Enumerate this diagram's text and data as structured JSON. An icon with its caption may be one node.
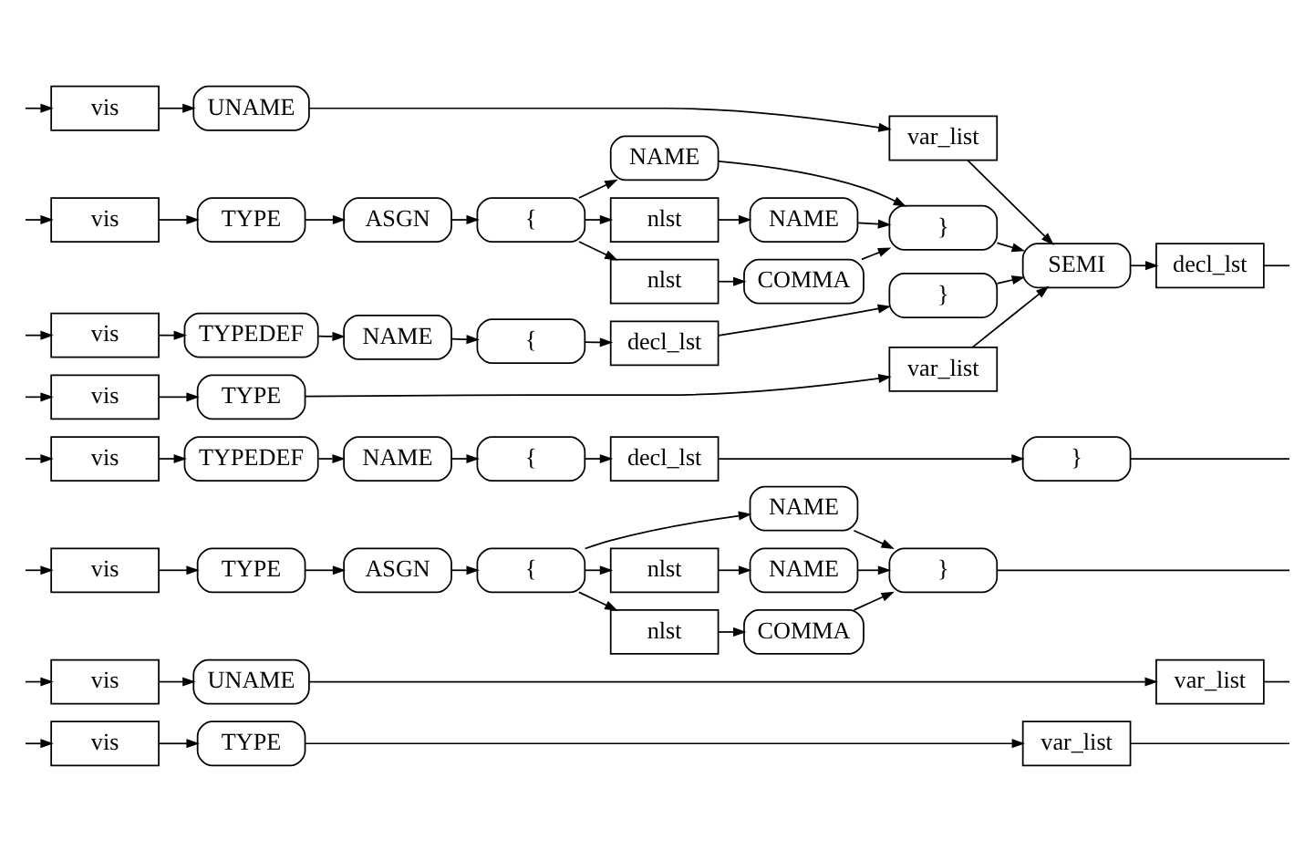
{
  "diagram": {
    "nodes": [
      {
        "text": [
          "vis"
        ]
      },
      {
        "text": [
          "TYPE"
        ]
      },
      {
        "text": [
          "var_list"
        ]
      },
      {
        "text": [
          "vis"
        ]
      },
      {
        "text": [
          "UNAME"
        ]
      },
      {
        "text": [
          "var_list"
        ]
      },
      {
        "text": [
          "vis"
        ]
      },
      {
        "text": [
          "TYPE"
        ]
      },
      {
        "text": [
          "ASGN"
        ]
      },
      {
        "text": [
          "{"
        ]
      },
      {
        "text": [
          "NAME"
        ]
      },
      {
        "text": [
          "nlst"
        ]
      },
      {
        "text": [
          "NAME"
        ]
      },
      {
        "text": [
          "nlst"
        ]
      },
      {
        "text": [
          "COMMA"
        ]
      },
      {
        "text": [
          "}"
        ]
      },
      {
        "text": [
          "vis"
        ]
      },
      {
        "text": [
          "TYPEDEF"
        ]
      },
      {
        "text": [
          "NAME"
        ]
      },
      {
        "text": [
          "{"
        ]
      },
      {
        "text": [
          "decl_lst"
        ]
      },
      {
        "text": [
          "}"
        ]
      },
      {
        "text": [
          "vis"
        ]
      },
      {
        "text": [
          "TYPE"
        ]
      },
      {
        "text": [
          "var_list"
        ]
      },
      {
        "text": [
          "vis"
        ]
      },
      {
        "text": [
          "UNAME"
        ]
      },
      {
        "text": [
          "var_list"
        ]
      },
      {
        "text": [
          "vis"
        ]
      },
      {
        "text": [
          "TYPE"
        ]
      },
      {
        "text": [
          "ASGN"
        ]
      },
      {
        "text": [
          "{"
        ]
      },
      {
        "text": [
          "NAME"
        ]
      },
      {
        "text": [
          "nlst"
        ]
      },
      {
        "text": [
          "NAME"
        ]
      },
      {
        "text": [
          "nlst"
        ]
      },
      {
        "text": [
          "COMMA"
        ]
      },
      {
        "text": [
          "}"
        ]
      },
      {
        "text": [
          "vis"
        ]
      },
      {
        "text": [
          "TYPEDEF"
        ]
      },
      {
        "text": [
          "NAME"
        ]
      },
      {
        "text": [
          "{"
        ]
      },
      {
        "text": [
          "decl_lst"
        ]
      },
      {
        "text": [
          "}"
        ]
      },
      {
        "text": [
          "SEMI"
        ]
      },
      {
        "text": [
          "decl_lst"
        ]
      }
    ],
    "edges": [
      {
        "from": null,
        "to": 0,
        "arrow": "to"
      },
      {
        "from": 0,
        "to": 1,
        "arrow": "to"
      },
      {
        "from": 1,
        "to": 2,
        "arrow": "to"
      },
      {
        "from": null,
        "to": 3,
        "arrow": "to"
      },
      {
        "from": 3,
        "to": 4,
        "arrow": "to"
      },
      {
        "from": 4,
        "to": 5,
        "arrow": "to"
      },
      {
        "from": null,
        "to": 6,
        "arrow": "to"
      },
      {
        "from": 6,
        "to": 7,
        "arrow": "to"
      },
      {
        "from": 7,
        "to": 8,
        "arrow": "to"
      },
      {
        "from": 8,
        "to": 9,
        "arrow": "to"
      },
      {
        "from": 9,
        "to": 10,
        "arrow": "to"
      },
      {
        "from": 9,
        "to": 11,
        "arrow": "to"
      },
      {
        "from": 9,
        "to": 13,
        "arrow": "to"
      },
      {
        "from": 11,
        "to": 12,
        "arrow": "to"
      },
      {
        "from": 13,
        "to": 14,
        "arrow": "to"
      },
      {
        "from": 10,
        "to": 15,
        "arrow": "to"
      },
      {
        "from": 12,
        "to": 15,
        "arrow": "to"
      },
      {
        "from": 14,
        "to": 15,
        "arrow": "to"
      },
      {
        "from": null,
        "to": 16,
        "arrow": "to"
      },
      {
        "from": 16,
        "to": 17,
        "arrow": "to"
      },
      {
        "from": 17,
        "to": 18,
        "arrow": "to"
      },
      {
        "from": 18,
        "to": 19,
        "arrow": "to"
      },
      {
        "from": 19,
        "to": 20,
        "arrow": "to"
      },
      {
        "from": 20,
        "to": 21,
        "arrow": "to"
      },
      {
        "from": 2,
        "to": null,
        "arrow": "none"
      },
      {
        "from": 5,
        "to": null,
        "arrow": "none"
      },
      {
        "from": 15,
        "to": null,
        "arrow": "none"
      },
      {
        "from": 21,
        "to": null,
        "arrow": "none"
      },
      {
        "from": null,
        "to": 22,
        "arrow": "to"
      },
      {
        "from": 22,
        "to": 23,
        "arrow": "to"
      },
      {
        "from": 23,
        "to": 24,
        "arrow": "to"
      },
      {
        "from": null,
        "to": 25,
        "arrow": "to"
      },
      {
        "from": 25,
        "to": 26,
        "arrow": "to"
      },
      {
        "from": 26,
        "to": 27,
        "arrow": "to"
      },
      {
        "from": null,
        "to": 28,
        "arrow": "to"
      },
      {
        "from": 28,
        "to": 29,
        "arrow": "to"
      },
      {
        "from": 29,
        "to": 30,
        "arrow": "to"
      },
      {
        "from": 30,
        "to": 31,
        "arrow": "to"
      },
      {
        "from": 31,
        "to": 32,
        "arrow": "to"
      },
      {
        "from": 31,
        "to": 33,
        "arrow": "to"
      },
      {
        "from": 31,
        "to": 35,
        "arrow": "to"
      },
      {
        "from": 33,
        "to": 34,
        "arrow": "to"
      },
      {
        "from": 35,
        "to": 36,
        "arrow": "to"
      },
      {
        "from": 32,
        "to": 37,
        "arrow": "to"
      },
      {
        "from": 34,
        "to": 37,
        "arrow": "to"
      },
      {
        "from": 36,
        "to": 37,
        "arrow": "to"
      },
      {
        "from": null,
        "to": 38,
        "arrow": "to"
      },
      {
        "from": 38,
        "to": 39,
        "arrow": "to"
      },
      {
        "from": 39,
        "to": 40,
        "arrow": "to"
      },
      {
        "from": 40,
        "to": 41,
        "arrow": "to"
      },
      {
        "from": 41,
        "to": 42,
        "arrow": "to"
      },
      {
        "from": 42,
        "to": 43,
        "arrow": "to"
      },
      {
        "from": 24,
        "to": 44,
        "arrow": "to"
      },
      {
        "from": 27,
        "to": 44,
        "arrow": "to"
      },
      {
        "from": 37,
        "to": 44,
        "arrow": "to"
      },
      {
        "from": 43,
        "to": 44,
        "arrow": "to"
      },
      {
        "from": 44,
        "to": 45,
        "arrow": "to"
      },
      {
        "from": 45,
        "to": null,
        "arrow": "none"
      }
    ]
  }
}
